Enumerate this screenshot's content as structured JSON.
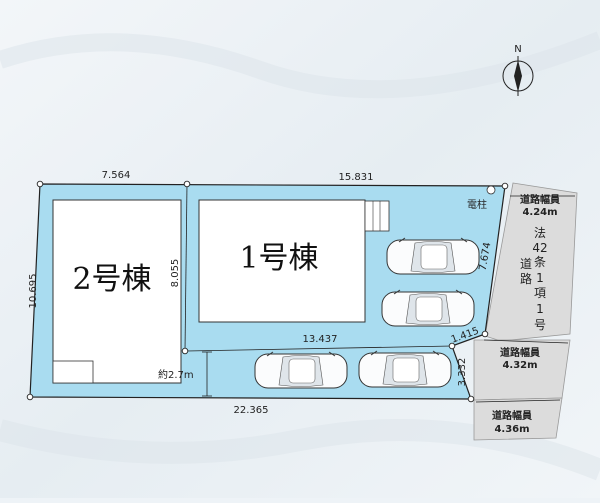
{
  "compass": {
    "north_label": "N"
  },
  "buildings": {
    "b1_label": "1号棟",
    "b2_label": "2号棟"
  },
  "dimensions": {
    "top_left": "7.564",
    "top_right": "15.831",
    "left": "10.695",
    "divider": "8.055",
    "right_upper": "7.674",
    "inner_width": "13.437",
    "corner_cut": "1.415",
    "right_lower": "3.332",
    "bottom": "22.365",
    "lane_width": "約2.7m"
  },
  "labels": {
    "pole": "電柱"
  },
  "roads": {
    "r1_title": "道路幅員",
    "r1_width": "4.24m",
    "r2_title": "道路幅員",
    "r2_width": "4.32m",
    "r3_title": "道路幅員",
    "r3_width": "4.36m",
    "law_text": [
      "法",
      "42",
      "条",
      "1",
      "項",
      "1",
      "号"
    ],
    "law_text_left": [
      "道",
      "路"
    ]
  }
}
